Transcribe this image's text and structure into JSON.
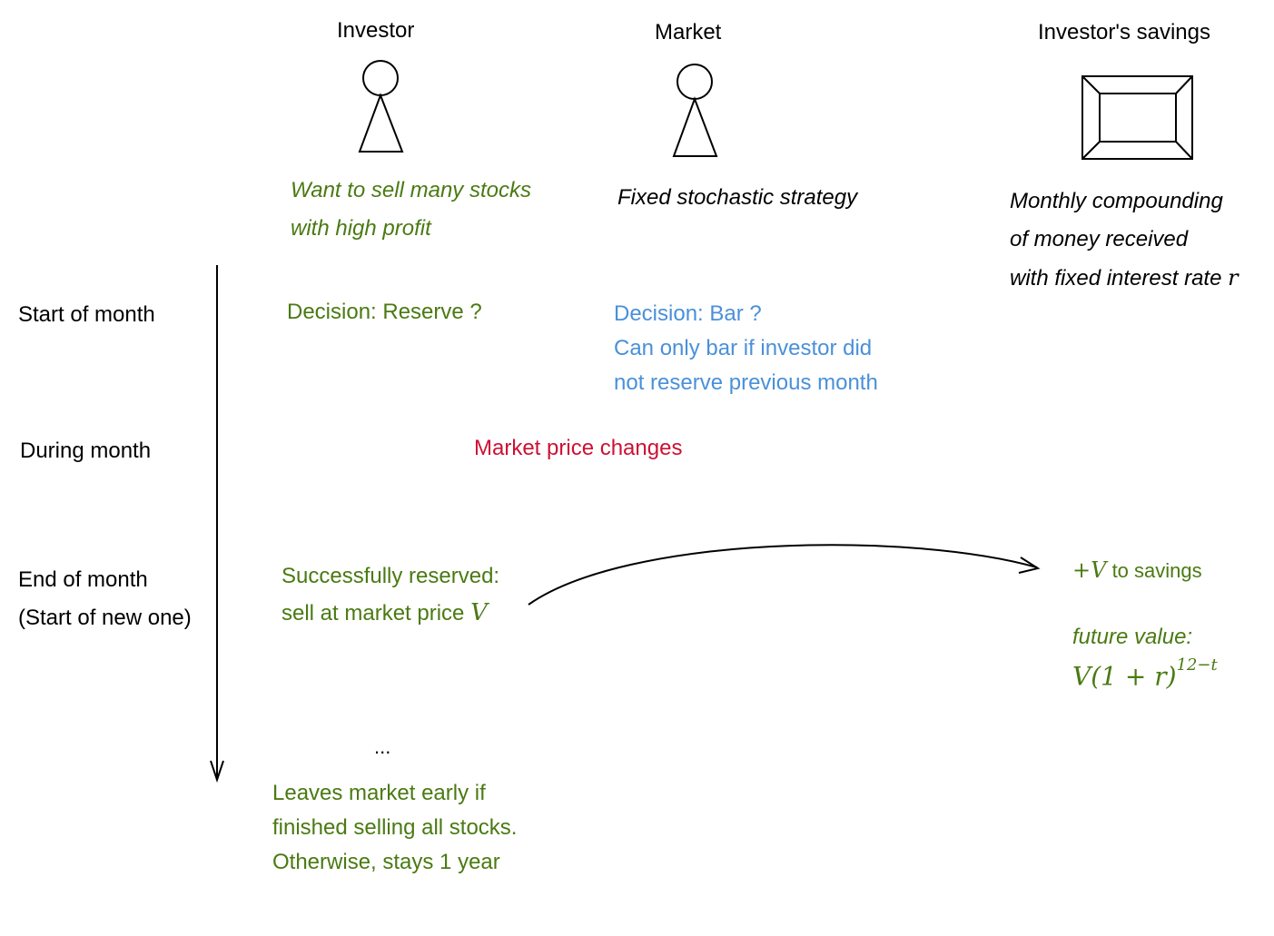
{
  "actors": {
    "investor": {
      "label": "Investor",
      "description": [
        "Want to sell many stocks",
        "with high profit"
      ]
    },
    "market": {
      "label": "Market",
      "description": [
        "Fixed stochastic strategy"
      ]
    },
    "savings": {
      "label": "Investor's savings",
      "description": [
        "Monthly compounding",
        "of money received",
        "with fixed interest rate "
      ],
      "rate_symbol": "r"
    }
  },
  "timeline": {
    "start": "Start of month",
    "during": "During month",
    "end_line1": "End of month",
    "end_line2": "(Start of new one)"
  },
  "events": {
    "investor_decision": "Decision: Reserve ?",
    "market_decision": [
      "Decision: Bar ?",
      "Can only bar if investor did",
      "not reserve previous month"
    ],
    "price_change": "Market price changes",
    "reserved_line1": "Successfully reserved:",
    "reserved_line2": "sell at market price ",
    "value_symbol": "V",
    "ellipsis": "...",
    "leave": [
      "Leaves market early if",
      "finished selling all stocks.",
      "Otherwise, stays 1 year"
    ]
  },
  "savings_events": {
    "plus_v_math": "+V",
    "plus_v_text": " to savings",
    "future_label": "future value:",
    "future_formula": "V(1 + r)",
    "future_exponent": "12−t"
  },
  "colors": {
    "investor_green": "#4a7a12",
    "market_blue": "#4a90d9",
    "price_red": "#cc1133"
  }
}
